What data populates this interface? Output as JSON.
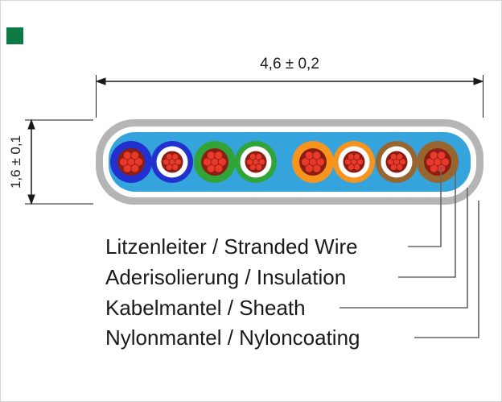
{
  "logo": {
    "color": "#0d7a45"
  },
  "dimensions": {
    "width_label": "4,6 ± 0,2",
    "height_label": "1,6 ± 0,1"
  },
  "labels": [
    {
      "text": "Litzenleiter / Stranded Wire"
    },
    {
      "text": "Aderisolierung / Insulation"
    },
    {
      "text": "Kabelmantel / Sheath"
    },
    {
      "text": "Nylonmantel / Nyloncoating"
    }
  ],
  "cable": {
    "coating_color": "#b5b5b5",
    "gap_color": "#ffffff",
    "sheath_color": "#35a3dc",
    "strand_color": "#e8392b",
    "strand_bg": "#8c1d12",
    "wires": [
      {
        "name": "blue",
        "color": "#2230cf",
        "striped": false
      },
      {
        "name": "white-blue",
        "color": "#2230cf",
        "striped": true
      },
      {
        "name": "green",
        "color": "#31a437",
        "striped": false
      },
      {
        "name": "white-green",
        "color": "#31a437",
        "striped": true
      },
      {
        "name": "orange",
        "color": "#f7941d",
        "striped": false
      },
      {
        "name": "white-orange",
        "color": "#f7941d",
        "striped": true
      },
      {
        "name": "white-brown",
        "color": "#99652e",
        "striped": true
      },
      {
        "name": "brown",
        "color": "#99652e",
        "striped": false
      }
    ]
  }
}
